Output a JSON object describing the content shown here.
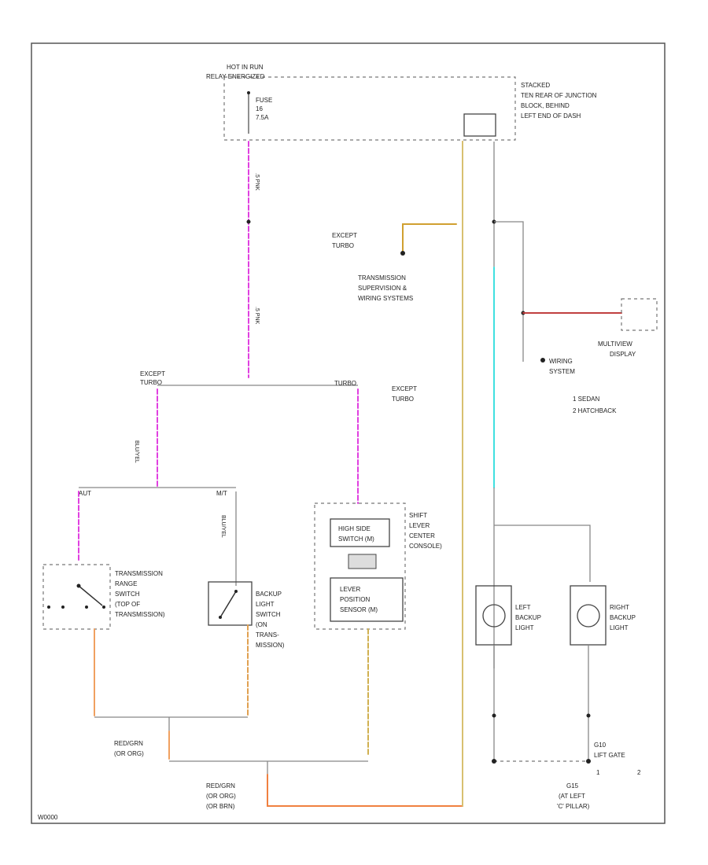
{
  "colors": {
    "pink": "#e040e0",
    "tan": "#d8c070",
    "ltblue": "#40e0e0",
    "orange": "#f0a060",
    "red": "#c04040",
    "yellow": "#d0a030",
    "gray": "#888888"
  },
  "labels": {
    "hot_in_run": "HOT IN RUN",
    "relay_energized": "RELAY ENERGIZED",
    "fuse": "FUSE",
    "fuse_num": "16",
    "fuse_amp": "7.5A",
    "junction_1": "STACKED",
    "junction_2": "TEN REAR OF JUNCTION",
    "junction_3": "BLOCK, BEHIND",
    "junction_4": "LEFT END OF DASH",
    "except_turbo_top": "EXCEPT",
    "except_turbo_top_2": "TURBO",
    "trans_1": "TRANSMISSION",
    "trans_2": "SUPERVISION &",
    "trans_3": "WIRING SYSTEMS",
    "except_turbo_left": "EXCEPT",
    "except_turbo_left_2": "TURBO",
    "turbo": "TURBO",
    "except_turbo_mid": "EXCEPT",
    "except_turbo_mid_2": "TURBO",
    "multiview_1": "MULTIVIEW",
    "multiview_2": "DISPLAY",
    "wiring_system_1": "WIRING",
    "wiring_system_2": "SYSTEM",
    "legend_1": "1   SEDAN",
    "legend_2": "2   HATCHBACK",
    "aut": "AUT",
    "mt": "M/T",
    "trs_1": "TRANSMISSION",
    "trs_2": "RANGE",
    "trs_3": "SWITCH",
    "trs_4": "(TOP OF",
    "trs_5": "TRANSMISSION)",
    "bls_1": "BACKUP",
    "bls_2": "LIGHT",
    "bls_3": "SWITCH",
    "bls_4": "(ON",
    "bls_5": "TRANS-",
    "bls_6": "MISSION)",
    "hs_1": "HIGH SIDE",
    "hs_2": "SWITCH (M)",
    "lp_1": "LEVER",
    "lp_2": "POSITION",
    "lp_3": "SENSOR (M)",
    "sl_1": "SHIFT",
    "sl_2": "LEVER",
    "sl_3": "CENTER",
    "sl_4": "CONSOLE)",
    "lbl_1": "LEFT",
    "lbl_2": "BACKUP",
    "lbl_3": "LIGHT",
    "rbl_1": "RIGHT",
    "rbl_2": "BACKUP",
    "rbl_3": "LIGHT",
    "g_1": "G10",
    "g_2": "LIFT GATE",
    "g_3": "1",
    "g_4": "2",
    "g2_1": "G15",
    "g2_2": "(AT LEFT",
    "g2_3": "'C' PILLAR)",
    "redgrn_1": "RED/GRN",
    "redgrn_2": "(OR ORG)",
    "redgrn_b1": "RED/GRN",
    "redgrn_b2": "(OR ORG)",
    "redgrn_b3": "(OR BRN)",
    "footer": "W0000"
  }
}
